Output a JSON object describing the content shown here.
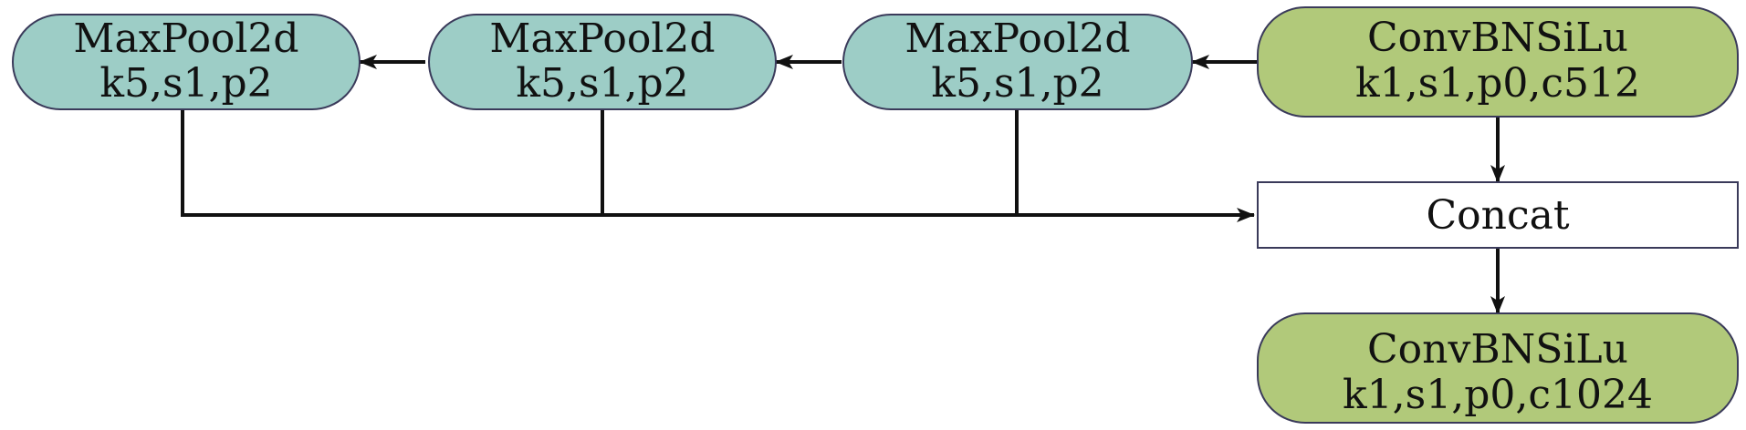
{
  "colors": {
    "maxpool_fill": "#9dcdc6",
    "conv_fill": "#b1c97a",
    "concat_fill": "#ffffff",
    "stroke": "#3a3a5a",
    "edge": "#111111"
  },
  "nodes": {
    "maxpool_1": {
      "title": "MaxPool2d",
      "params": "k5,s1,p2"
    },
    "maxpool_2": {
      "title": "MaxPool2d",
      "params": "k5,s1,p2"
    },
    "maxpool_3": {
      "title": "MaxPool2d",
      "params": "k5,s1,p2"
    },
    "conv_in": {
      "title": "ConvBNSiLu",
      "params": "k1,s1,p0,c512"
    },
    "concat": {
      "title": "Concat"
    },
    "conv_out": {
      "title": "ConvBNSiLu",
      "params": "k1,s1,p0,c1024"
    }
  }
}
